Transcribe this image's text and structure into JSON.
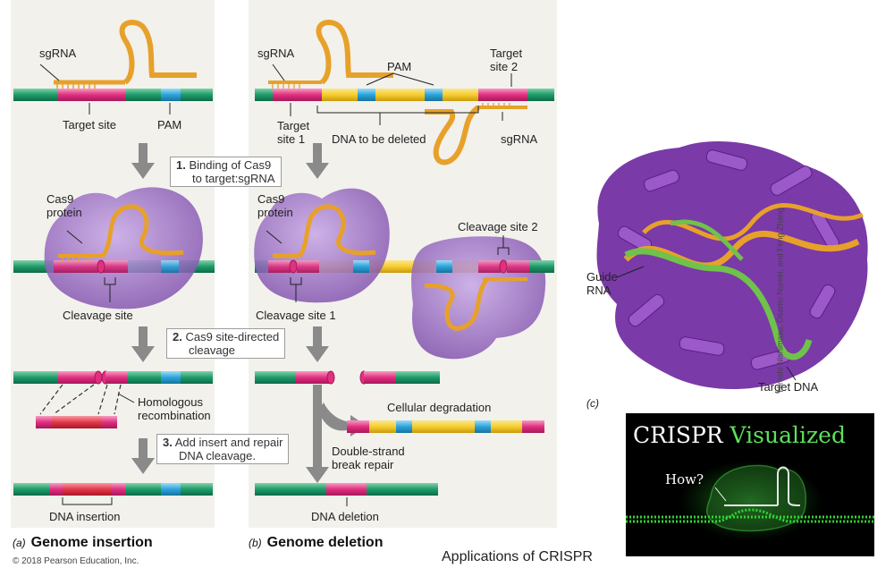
{
  "panel_a": {
    "sgrna": "sgRNA",
    "target_site": "Target site",
    "pam": "PAM",
    "cas9_line1": "Cas9",
    "cas9_line2": "protein",
    "cleavage_site": "Cleavage site",
    "homologous_line1": "Homologous",
    "homologous_line2": "recombination",
    "dna_insertion": "DNA insertion",
    "caption_letter": "(a)",
    "caption": "Genome insertion"
  },
  "panel_b": {
    "sgrna": "sgRNA",
    "pam": "PAM",
    "target_site_2_line1": "Target",
    "target_site_2_line2": "site 2",
    "target_line1": "Target",
    "target_line2": "site 1",
    "dna_to_delete": "DNA to be deleted",
    "sgrna2": "sgRNA",
    "cas9_line1": "Cas9",
    "cas9_line2": "protein",
    "cleavage_site_1": "Cleavage site 1",
    "cleavage_site_2": "Cleavage site 2",
    "cellular_degradation": "Cellular degradation",
    "dsb_line1": "Double-strand",
    "dsb_line2": "break repair",
    "dna_deletion": "DNA deletion",
    "caption_letter": "(b)",
    "caption": "Genome deletion"
  },
  "steps": {
    "step1_num": "1.",
    "step1_line1": "Binding of Cas9",
    "step1_line2": "to target:sgRNA",
    "step2_num": "2.",
    "step2_line1": "Cas9 site-directed",
    "step2_line2": "cleavage",
    "step3_num": "3.",
    "step3_line1": "Add insert and repair",
    "step3_line2": "DNA cleavage."
  },
  "panel_c": {
    "guide_line1": "Guide",
    "guide_line2": "RNA",
    "target_dna": "Target DNA",
    "letter": "(c)",
    "credit": "Hiroshi Nishimasu, Osamu Nureki, and Feng Zhang"
  },
  "thumbnail": {
    "title_part1": "CRISPR ",
    "title_part2": "Visualized",
    "how": "How?"
  },
  "footer": {
    "copyright": "© 2018 Pearson Education, Inc.",
    "applications": "Applications of CRISPR"
  },
  "colors": {
    "panel_bg": "#f2f1ec",
    "dna_green": "#1f9a6b",
    "dna_pink": "#e0307e",
    "pam_blue": "#2ba3dc",
    "delete_yellow": "#f6cd2f",
    "insert_red": "#e2384a",
    "rna_orange": "#e7a12b",
    "cas9_purple": "#8c5fb8",
    "arrow_gray": "#8a8a8a"
  }
}
